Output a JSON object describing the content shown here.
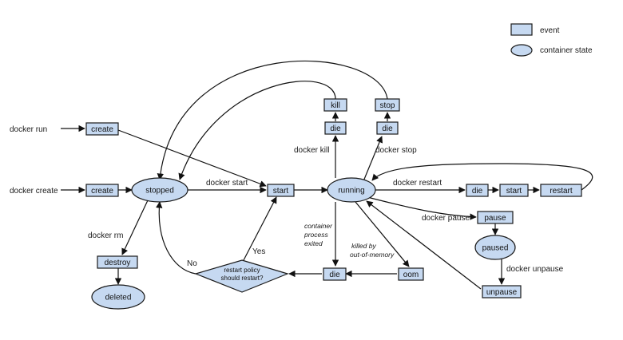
{
  "legend": {
    "event_label": "event",
    "state_label": "container state"
  },
  "colors": {
    "node_fill": "#c6d9f1",
    "stroke": "#111111"
  },
  "states": {
    "stopped": "stopped",
    "running": "running",
    "paused": "paused",
    "deleted": "deleted"
  },
  "events": {
    "create_top": "create",
    "create_mid": "create",
    "start_main": "start",
    "kill": "kill",
    "die_kill": "die",
    "stop": "stop",
    "die_stop": "die",
    "die_restart": "die",
    "start_restart": "start",
    "restart": "restart",
    "pause": "pause",
    "unpause": "unpause",
    "destroy": "destroy",
    "die_bottom": "die",
    "oom": "oom"
  },
  "decision": {
    "line1": "restart policy",
    "line2": "should restart?",
    "yes": "Yes",
    "no": "No"
  },
  "commands": {
    "docker_run": "docker run",
    "docker_create": "docker create",
    "docker_start": "docker start",
    "docker_kill": "docker kill",
    "docker_stop": "docker stop",
    "docker_restart": "docker restart",
    "docker_pause": "docker pause",
    "docker_unpause": "docker unpause",
    "docker_rm": "docker rm"
  },
  "annotations": {
    "exit_line1": "container",
    "exit_line2": "process",
    "exit_line3": "exited",
    "oom_line1": "killed by",
    "oom_line2": "out-of-memory"
  }
}
